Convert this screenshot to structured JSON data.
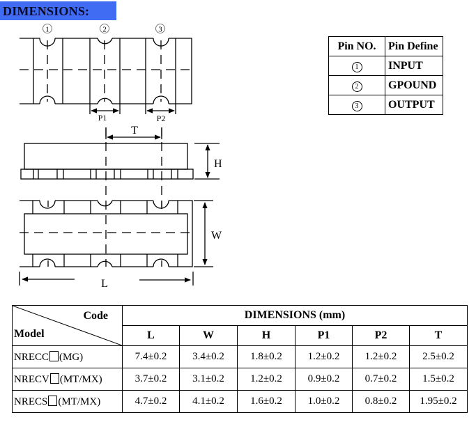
{
  "header": {
    "title": "DIMENSIONS:",
    "banner_color": "#3f6cf2"
  },
  "drawing": {
    "pin_markers": [
      "1",
      "2",
      "3"
    ],
    "labels": {
      "p1": "P1",
      "p2": "P2",
      "t": "T",
      "h": "H",
      "w": "W",
      "l": "L"
    }
  },
  "pin_table": {
    "headers": [
      "Pin NO.",
      "Pin Define"
    ],
    "rows": [
      {
        "pin": "1",
        "define": "INPUT"
      },
      {
        "pin": "2",
        "define": "GPOUND"
      },
      {
        "pin": "3",
        "define": "OUTPUT"
      }
    ]
  },
  "dimensions_table": {
    "corner_top": "Code",
    "corner_bottom": "Model",
    "group_header": "DIMENSIONS (mm)",
    "columns": [
      "L",
      "W",
      "H",
      "P1",
      "P2",
      "T"
    ],
    "rows": [
      {
        "model_prefix": "NRECC",
        "model_suffix": "(MG)",
        "values": [
          "7.4±0.2",
          "3.4±0.2",
          "1.8±0.2",
          "1.2±0.2",
          "1.2±0.2",
          "2.5±0.2"
        ]
      },
      {
        "model_prefix": "NRECV",
        "model_suffix": "(MT/MX)",
        "values": [
          "3.7±0.2",
          "3.1±0.2",
          "1.2±0.2",
          "0.9±0.2",
          "0.7±0.2",
          "1.5±0.2"
        ]
      },
      {
        "model_prefix": "NRECS",
        "model_suffix": "(MT/MX)",
        "values": [
          "4.7±0.2",
          "4.1±0.2",
          "1.6±0.2",
          "1.0±0.2",
          "0.8±0.2",
          "1.95±0.2"
        ]
      }
    ]
  }
}
